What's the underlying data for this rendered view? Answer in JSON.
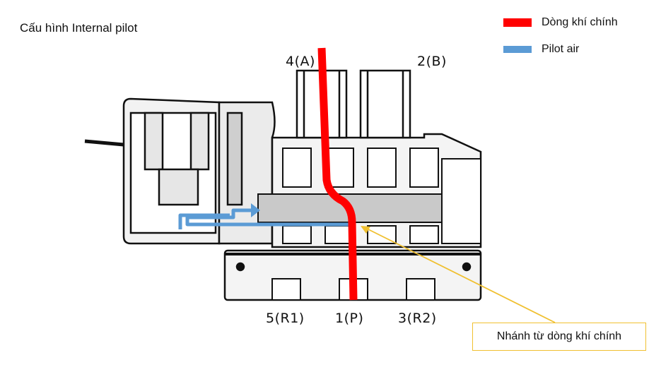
{
  "title": "Cấu hình Internal pilot",
  "legend": {
    "main_flow": {
      "label": "Dòng khí chính",
      "color": "#ff0000"
    },
    "pilot_air": {
      "label": "Pilot air",
      "color": "#5b9bd5"
    }
  },
  "ports": {
    "port_4a": "4(A)",
    "port_2b": "2(B)",
    "port_5r1": "5(R1)",
    "port_1p": "1(P)",
    "port_3r2": "3(R2)"
  },
  "callout": {
    "text": "Nhánh từ dòng khí chính",
    "border_color": "#f0c030"
  }
}
